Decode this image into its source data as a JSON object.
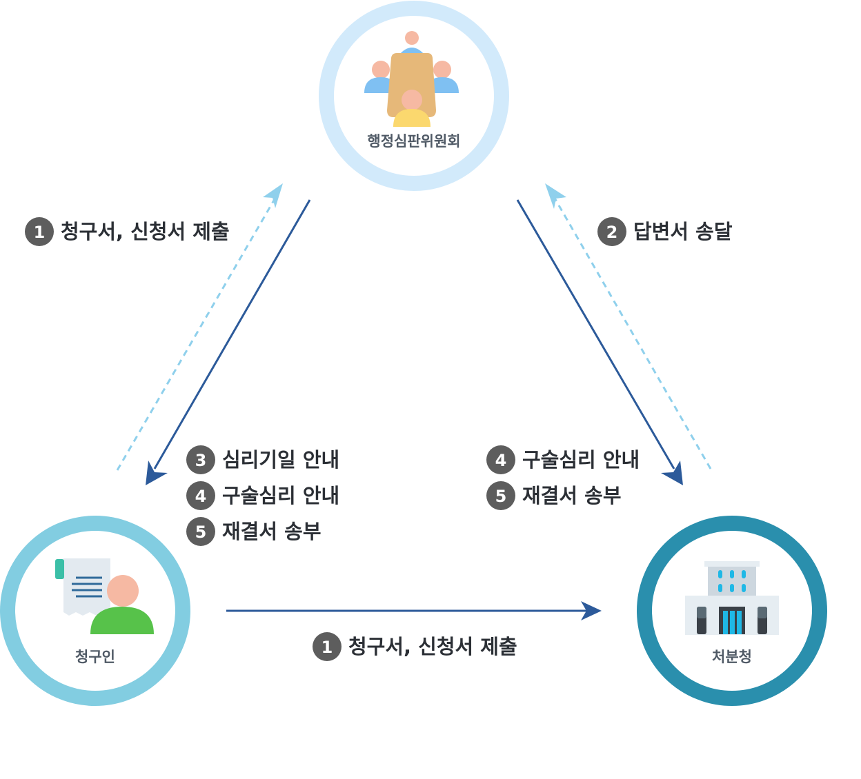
{
  "nodes": {
    "committee": {
      "label": "행정심판위원회",
      "ring_color": "#d2eafb"
    },
    "claimant": {
      "label": "청구인",
      "ring_color": "#82cde1"
    },
    "agency": {
      "label": "처분청",
      "ring_color": "#2a8fad"
    }
  },
  "edges": {
    "claimant_to_committee": {
      "steps": [
        {
          "num": "1",
          "text": "청구서, 신청서 제출"
        }
      ]
    },
    "agency_to_committee": {
      "steps": [
        {
          "num": "2",
          "text": "답변서 송달"
        }
      ]
    },
    "committee_to_claimant": {
      "steps": [
        {
          "num": "3",
          "text": "심리기일 안내"
        },
        {
          "num": "4",
          "text": "구술심리 안내"
        },
        {
          "num": "5",
          "text": "재결서 송부"
        }
      ]
    },
    "committee_to_agency": {
      "steps": [
        {
          "num": "4",
          "text": "구술심리 안내"
        },
        {
          "num": "5",
          "text": "재결서 송부"
        }
      ]
    },
    "claimant_to_agency": {
      "steps": [
        {
          "num": "1",
          "text": "청구서, 신청서 제출"
        }
      ]
    }
  },
  "colors": {
    "solid_arrow": "#2c5a9a",
    "dashed_arrow": "#8fd0ec",
    "badge": "#5d5d5d"
  }
}
